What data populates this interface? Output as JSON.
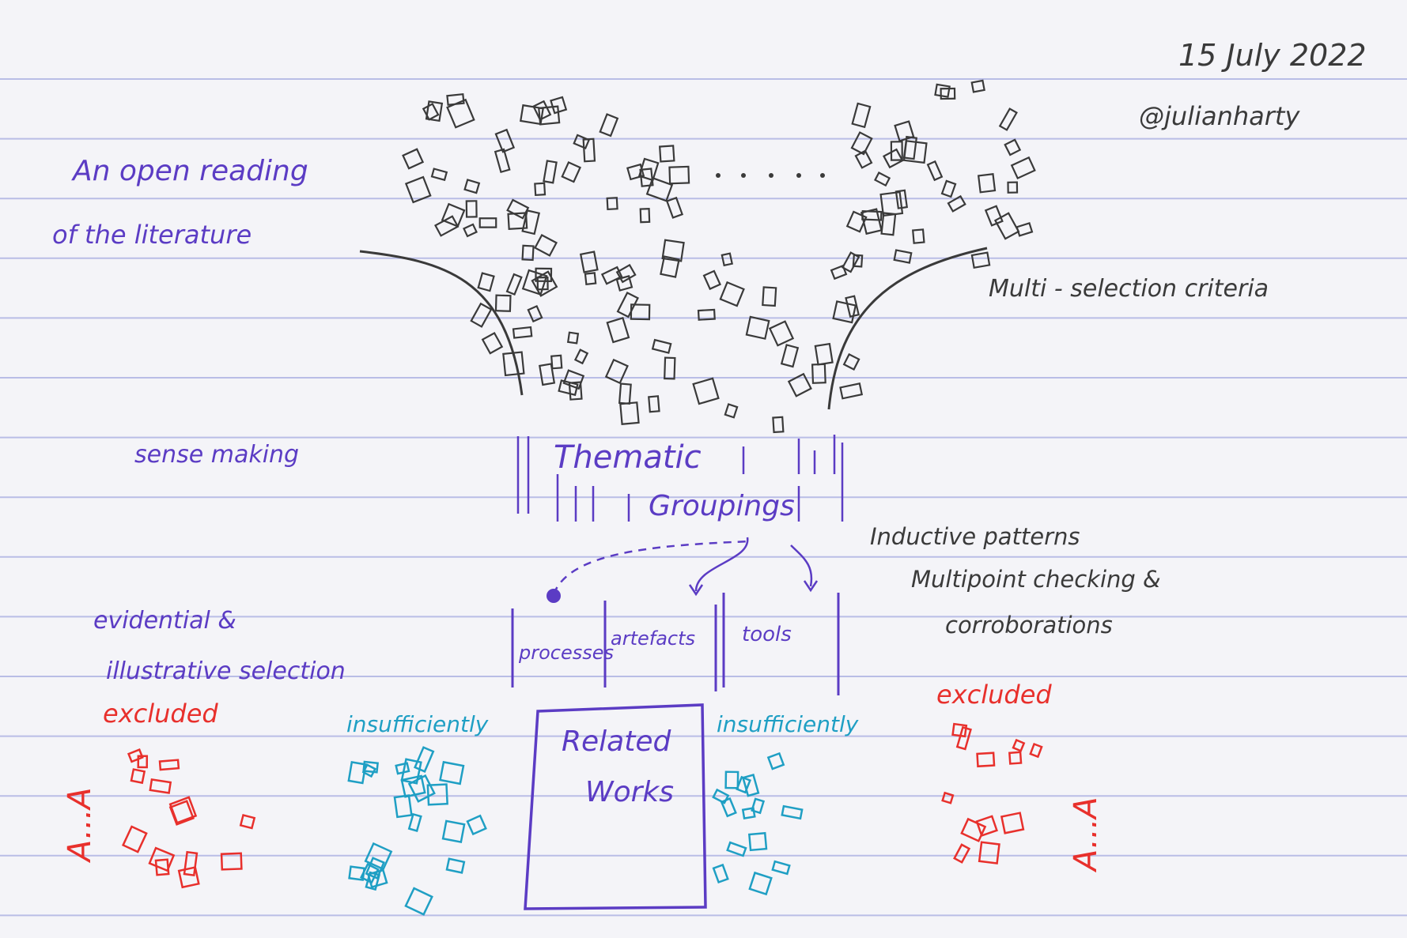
{
  "note": {
    "date": "15 July 2022",
    "handle": "@julianharty",
    "title_line1": "An open reading",
    "title_line2": "of the literature",
    "multi_selection": "Multi - selection criteria",
    "sense_making": "sense making",
    "thematic": "Thematic",
    "groupings": "Groupings",
    "inductive": "Inductive patterns",
    "multipoint": "Multipoint checking &",
    "corroborations": "corroborations",
    "evidential": "evidential &",
    "illustrative": "illustrative selection",
    "categories": [
      "processes",
      "artefacts",
      "tools"
    ],
    "related_line1": "Related",
    "related_line2": "Works",
    "excluded_left": "excluded",
    "excluded_right": "excluded",
    "insufficiently_left": "insufficiently",
    "insufficiently_right": "insufficiently",
    "range_left": "A...A",
    "range_right": "A...A"
  },
  "colors": {
    "paper": "#f4f4f8",
    "rule_line": "#b9bde6",
    "pencil": "#3a3a3a",
    "purple_ink": "#5b3cc4",
    "red_ink": "#e8302c",
    "cyan_ink": "#1f9fc4"
  }
}
